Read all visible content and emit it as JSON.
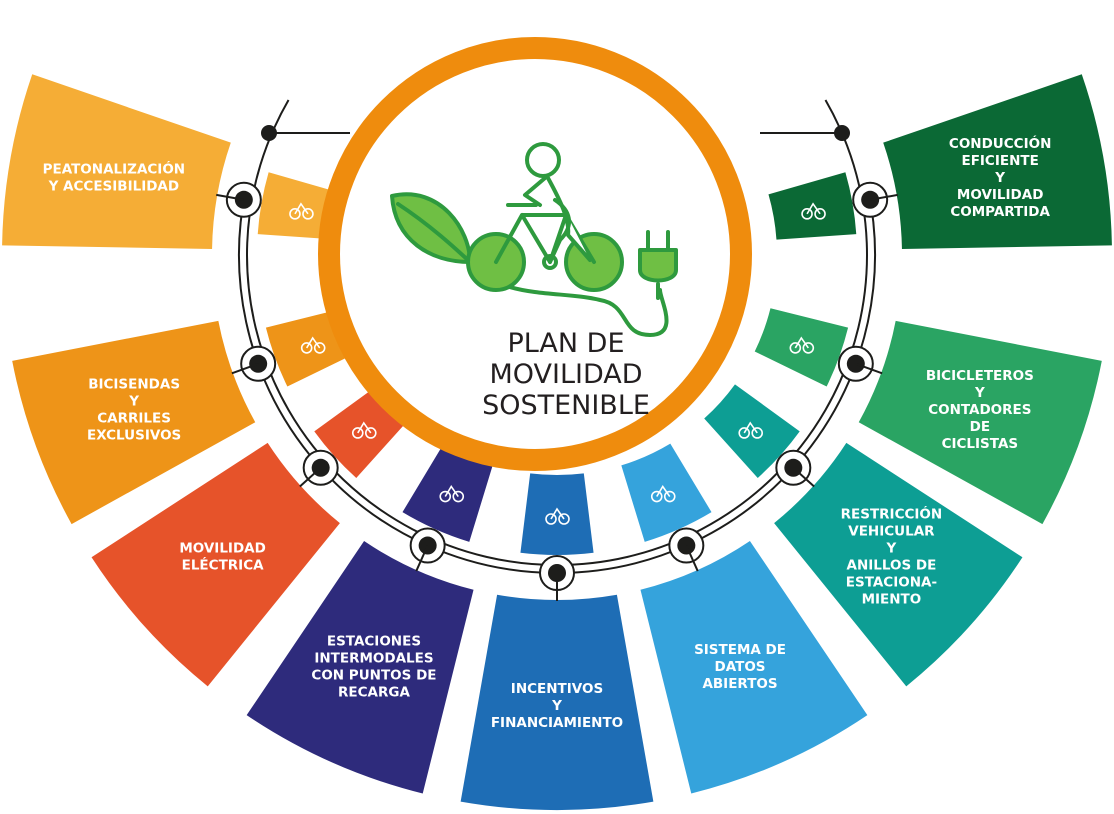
{
  "title_lines": [
    "PLAN DE",
    "MOVILIDAD",
    "SOSTENIBLE"
  ],
  "colors": {
    "ring": "#ef8c0d",
    "icon_green": "#2e9a3e",
    "icon_fill": "#6fbf44",
    "line": "#1d1d1b"
  },
  "segments": [
    {
      "key": "peatonalizacion",
      "lines": [
        "PEATONALIZACIÓN",
        "Y ACCESIBILIDAD"
      ],
      "color": "#f5ad36",
      "icon": "pedestrian-icon"
    },
    {
      "key": "bicisendas",
      "lines": [
        "BICISENDAS",
        "Y",
        "CARRILES",
        "EXCLUSIVOS"
      ],
      "color": "#ee9418",
      "icon": "bike-lane-icon"
    },
    {
      "key": "movilidad-electrica",
      "lines": [
        "MOVILIDAD",
        "ELÉCTRICA"
      ],
      "color": "#e6532a",
      "icon": "electric-car-icon"
    },
    {
      "key": "estaciones",
      "lines": [
        "ESTACIONES",
        "INTERMODALES",
        "CON PUNTOS DE",
        "RECARGA"
      ],
      "color": "#2e2b7c",
      "icon": "bike-parking-icon"
    },
    {
      "key": "incentivos",
      "lines": [
        "INCENTIVOS",
        "Y",
        "FINANCIAMIENTO"
      ],
      "color": "#1e6db5",
      "icon": "money-icon"
    },
    {
      "key": "datos-abiertos",
      "lines": [
        "SISTEMA DE",
        "DATOS",
        "ABIERTOS"
      ],
      "color": "#35a3dc",
      "icon": "data-network-icon"
    },
    {
      "key": "restriccion",
      "lines": [
        "RESTRICCIÓN",
        "VEHICULAR",
        "Y",
        "ANILLOS DE",
        "ESTACIONA-",
        "MIENTO"
      ],
      "color": "#0d9e94",
      "icon": "parking-e-icon"
    },
    {
      "key": "bicicleteros",
      "lines": [
        "BICICLETEROS",
        "Y",
        "CONTADORES",
        "DE",
        "CICLISTAS"
      ],
      "color": "#2aa463",
      "icon": "bike-counter-icon"
    },
    {
      "key": "conduccion",
      "lines": [
        "CONDUCCIÓN",
        "EFICIENTE",
        "Y",
        "MOVILIDAD",
        "COMPARTIDA"
      ],
      "color": "#0b6935",
      "icon": "shared-car-icon"
    }
  ]
}
